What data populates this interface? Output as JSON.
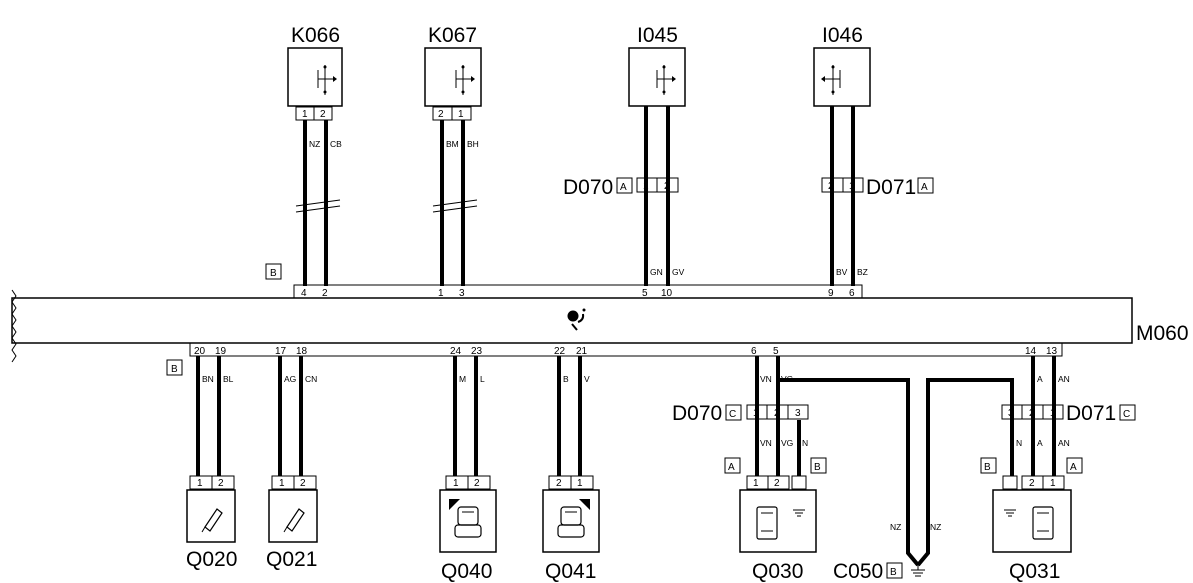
{
  "components": {
    "k066": "K066",
    "k067": "K067",
    "i045": "I045",
    "i046": "I046",
    "m060": "M060",
    "q020": "Q020",
    "q021": "Q021",
    "q040": "Q040",
    "q041": "Q041",
    "q030": "Q030",
    "q031": "Q031",
    "c050": "C050"
  },
  "connectors": {
    "d070": "D070",
    "d071": "D071"
  },
  "tags": {
    "a": "A",
    "b": "B",
    "c": "C"
  },
  "pins": {
    "k066": [
      "1",
      "2"
    ],
    "k067": [
      "2",
      "1"
    ],
    "d070_top": [
      "1",
      "2"
    ],
    "d071_top": [
      "2",
      "1"
    ],
    "m060_top": [
      "4",
      "2",
      "1",
      "3",
      "5",
      "10",
      "9",
      "6"
    ],
    "m060_bottom": [
      "20",
      "19",
      "17",
      "18",
      "24",
      "23",
      "22",
      "21",
      "6",
      "5",
      "14",
      "13"
    ],
    "d070_bottom": [
      "1",
      "2",
      "3"
    ],
    "d071_bottom": [
      "3",
      "2",
      "1"
    ],
    "q020": [
      "1",
      "2"
    ],
    "q021": [
      "1",
      "2"
    ],
    "q040": [
      "1",
      "2"
    ],
    "q041": [
      "2",
      "1"
    ],
    "q030": [
      "1",
      "2"
    ],
    "q031": [
      "2",
      "1"
    ]
  },
  "wire_codes": {
    "k066": [
      "NZ",
      "CB"
    ],
    "k067": [
      "BM",
      "BH"
    ],
    "i045": [
      "GN",
      "GV"
    ],
    "i046": [
      "BV",
      "BZ"
    ],
    "q020": [
      "BN",
      "BL"
    ],
    "q021": [
      "AG",
      "CN"
    ],
    "q040": [
      "M",
      "L"
    ],
    "q041": [
      "B",
      "V"
    ],
    "q030_upper": [
      "VN",
      "VG"
    ],
    "q030_lower": [
      "VN",
      "VG",
      "N"
    ],
    "q031_upper": [
      "A",
      "AN"
    ],
    "q031_lower": [
      "N",
      "A",
      "AN"
    ],
    "ground": [
      "NZ",
      "NZ"
    ]
  }
}
